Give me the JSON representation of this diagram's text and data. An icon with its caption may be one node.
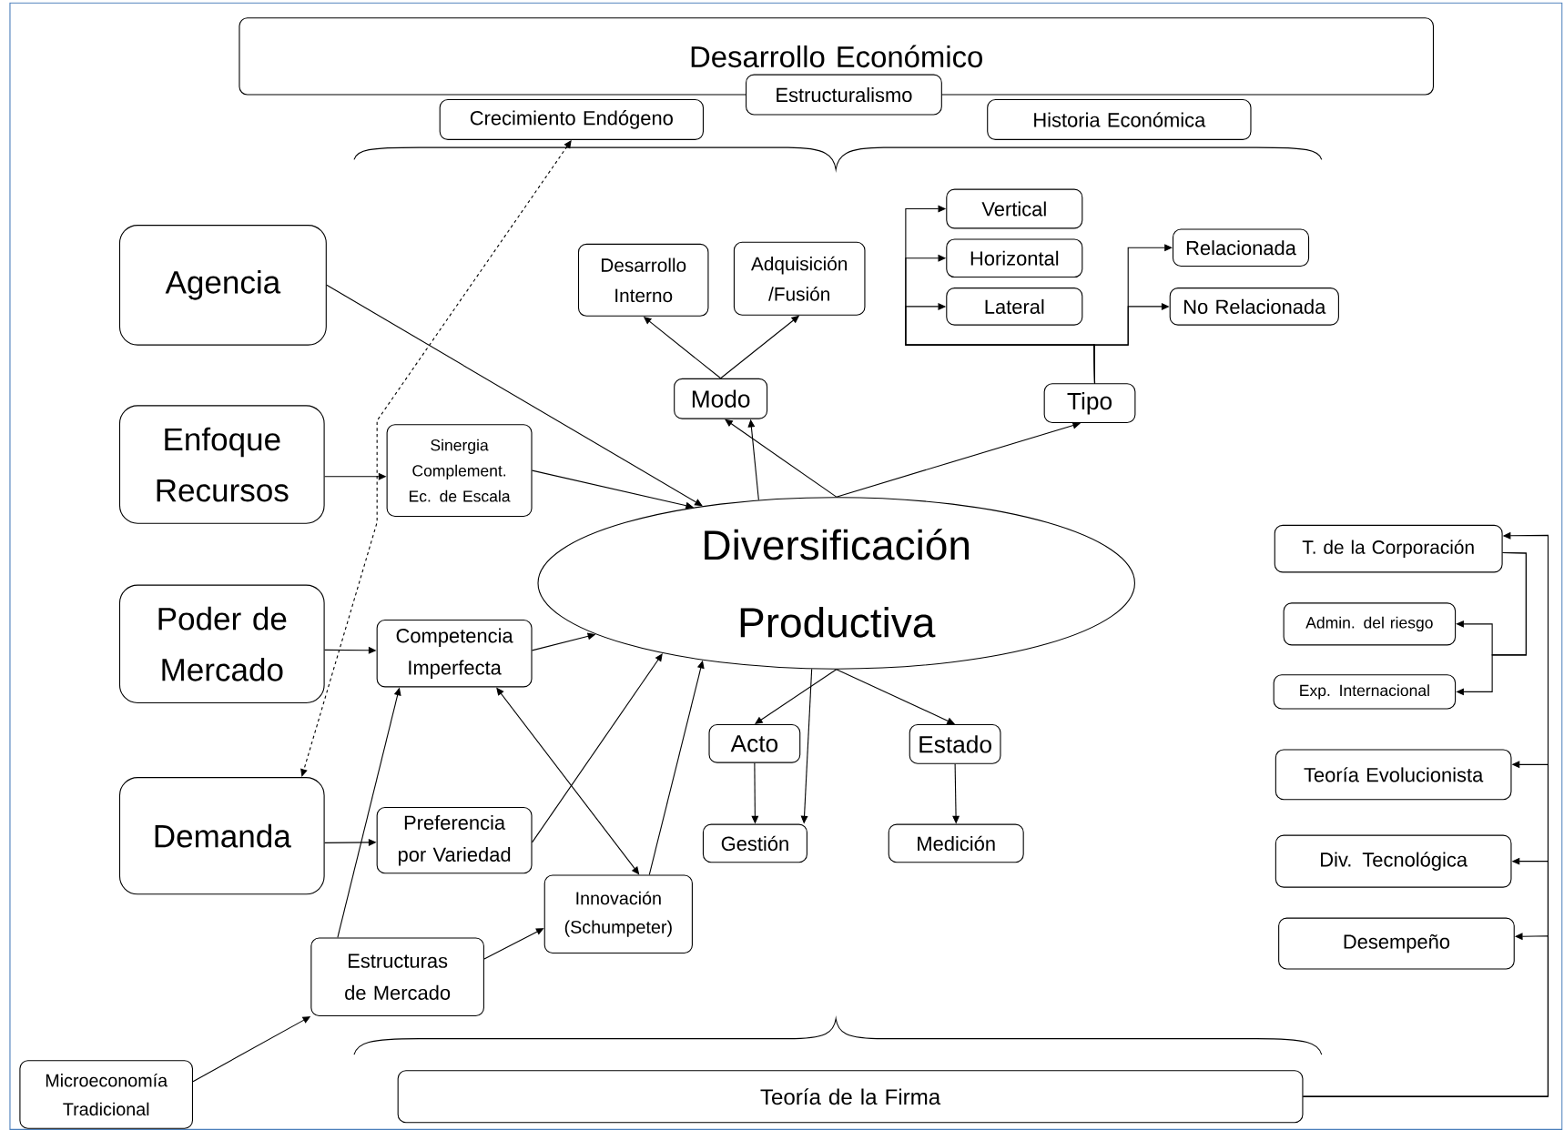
{
  "diagram": {
    "nodes": [
      {
        "text": [
          "Desarrollo Económico"
        ]
      },
      {
        "text": [
          "Estructuralismo"
        ]
      },
      {
        "text": [
          "Crecimiento Endógeno"
        ]
      },
      {
        "text": [
          "Historia Económica"
        ]
      },
      {
        "text": [
          "Agencia"
        ]
      },
      {
        "text": [
          "Enfoque Recursos"
        ]
      },
      {
        "text": [
          "Poder de Mercado"
        ]
      },
      {
        "text": [
          "Demanda"
        ]
      },
      {
        "text": [
          "Sinergia Complement. Ec. de Escala"
        ]
      },
      {
        "text": [
          "Competencia Imperfecta"
        ]
      },
      {
        "text": [
          "Preferencia por Variedad"
        ]
      },
      {
        "text": [
          "Innovación (Schumpeter)"
        ]
      },
      {
        "text": [
          "Estructuras de Mercado"
        ]
      },
      {
        "text": [
          "Microeconomía Tradicional"
        ]
      },
      {
        "text": [
          "Diversificación Productiva"
        ]
      },
      {
        "text": [
          "Desarrollo Interno"
        ]
      },
      {
        "text": [
          "Adquisición /Fusión"
        ]
      },
      {
        "text": [
          "Modo"
        ]
      },
      {
        "text": [
          "Vertical"
        ]
      },
      {
        "text": [
          "Horizontal"
        ]
      },
      {
        "text": [
          "Lateral"
        ]
      },
      {
        "text": [
          "Relacionada"
        ]
      },
      {
        "text": [
          "No Relacionada"
        ]
      },
      {
        "text": [
          "Tipo"
        ]
      },
      {
        "text": [
          "Acto"
        ]
      },
      {
        "text": [
          "Estado"
        ]
      },
      {
        "text": [
          "Gestión"
        ]
      },
      {
        "text": [
          "Medición"
        ]
      },
      {
        "text": [
          "T. de la Corporación"
        ]
      },
      {
        "text": [
          "Admin. del riesgo"
        ]
      },
      {
        "text": [
          "Exp. Internacional"
        ]
      },
      {
        "text": [
          "Teoría Evolucionista"
        ]
      },
      {
        "text": [
          "Div. Tecnológica"
        ]
      },
      {
        "text": [
          "Desempeño"
        ]
      },
      {
        "text": [
          "Teoría de la Firma"
        ]
      }
    ],
    "edges": [
      {
        "from": 4,
        "to": 14,
        "arrow": "to"
      },
      {
        "from": 5,
        "to": 8,
        "arrow": "to"
      },
      {
        "from": 8,
        "to": 14,
        "arrow": "to"
      },
      {
        "from": 6,
        "to": 9,
        "arrow": "to"
      },
      {
        "from": 9,
        "to": 14,
        "arrow": "to"
      },
      {
        "from": 7,
        "to": 10,
        "arrow": "to"
      },
      {
        "from": 10,
        "to": 14,
        "arrow": "to"
      },
      {
        "from": 12,
        "to": 9,
        "arrow": "to"
      },
      {
        "from": 12,
        "to": 11,
        "arrow": "to"
      },
      {
        "from": 11,
        "to": 14,
        "arrow": "to"
      },
      {
        "from": 9,
        "to": 11,
        "arrow": "both"
      },
      {
        "from": 13,
        "to": 12,
        "arrow": "to"
      },
      {
        "from": 2,
        "to": 7,
        "arrow": "both",
        "style": "dashed"
      },
      {
        "from": 14,
        "to": 17,
        "arrow": "to"
      },
      {
        "from": 14,
        "to": 17,
        "arrow": "to"
      },
      {
        "from": 17,
        "to": 15,
        "arrow": "to"
      },
      {
        "from": 17,
        "to": 16,
        "arrow": "to"
      },
      {
        "from": 14,
        "to": 23,
        "arrow": "to"
      },
      {
        "from": 23,
        "to": 18,
        "arrow": "to"
      },
      {
        "from": 23,
        "to": 19,
        "arrow": "to"
      },
      {
        "from": 23,
        "to": 20,
        "arrow": "to"
      },
      {
        "from": 23,
        "to": 21,
        "arrow": "to"
      },
      {
        "from": 23,
        "to": 22,
        "arrow": "to"
      },
      {
        "from": 14,
        "to": 24,
        "arrow": "to"
      },
      {
        "from": 14,
        "to": 25,
        "arrow": "to"
      },
      {
        "from": 24,
        "to": 26,
        "arrow": "to"
      },
      {
        "from": 14,
        "to": 26,
        "arrow": "to"
      },
      {
        "from": 25,
        "to": 27,
        "arrow": "to"
      },
      {
        "from": 34,
        "to": 28,
        "arrow": "to"
      },
      {
        "from": 34,
        "to": 31,
        "arrow": "to"
      },
      {
        "from": 34,
        "to": 32,
        "arrow": "to"
      },
      {
        "from": 34,
        "to": 33,
        "arrow": "to"
      },
      {
        "from": 28,
        "to": 29,
        "arrow": "to"
      },
      {
        "from": 28,
        "to": 30,
        "arrow": "to"
      }
    ]
  }
}
